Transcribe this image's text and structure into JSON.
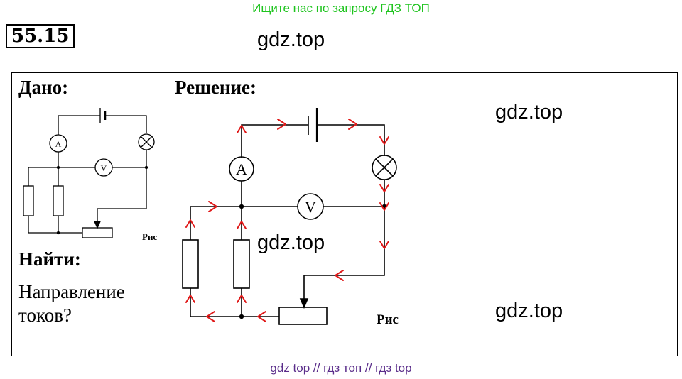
{
  "banner": "Ищите нас по запросу ГДЗ ТОП",
  "task_number": "55.15",
  "watermark": "gdz.top",
  "given": {
    "heading": "Дано:",
    "figure_caption": "Рис",
    "ammeter_symbol": "A",
    "voltmeter_symbol": "V"
  },
  "find": {
    "heading": "Найти:",
    "line1": "Направление",
    "line2": "токов?"
  },
  "solution": {
    "heading": "Решение:",
    "figure_caption": "Рис",
    "ammeter_symbol": "A",
    "voltmeter_symbol": "V"
  },
  "footer": "gdz top  //  гдз топ  //  гдз top",
  "colors": {
    "banner": "#1ec41e",
    "arrows": "#e01818",
    "footer": "#5a2d8a"
  }
}
